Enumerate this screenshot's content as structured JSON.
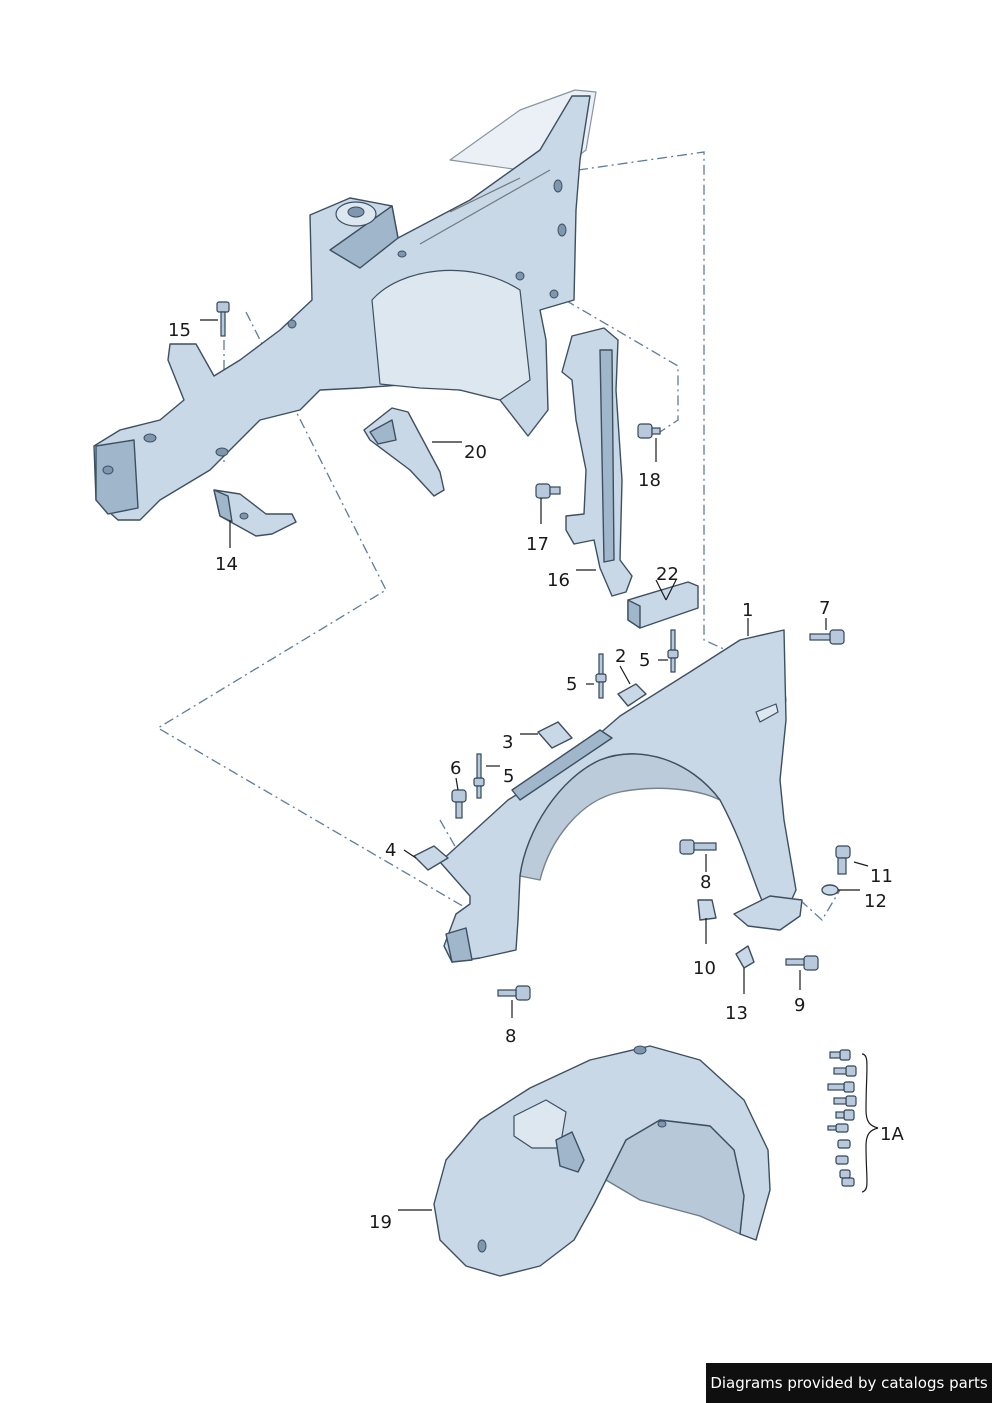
{
  "labels": {
    "l1": "1",
    "l1a": "1A",
    "l2": "2",
    "l3": "3",
    "l4": "4",
    "l5a": "5",
    "l5b": "5",
    "l5c": "5",
    "l6": "6",
    "l7": "7",
    "l8a": "8",
    "l8b": "8",
    "l9": "9",
    "l10": "10",
    "l11": "11",
    "l12": "12",
    "l13": "13",
    "l14": "14",
    "l15": "15",
    "l16": "16",
    "l17": "17",
    "l18": "18",
    "l19": "19",
    "l20": "20",
    "l22": "22"
  },
  "footer": {
    "text": "Diagrams provided by catalogs parts"
  },
  "colors": {
    "part_fill": "#c9d8e6",
    "part_stroke": "#3d4f61",
    "dash_line": "#5e7c97",
    "footer_bg": "#0f0f0f"
  }
}
